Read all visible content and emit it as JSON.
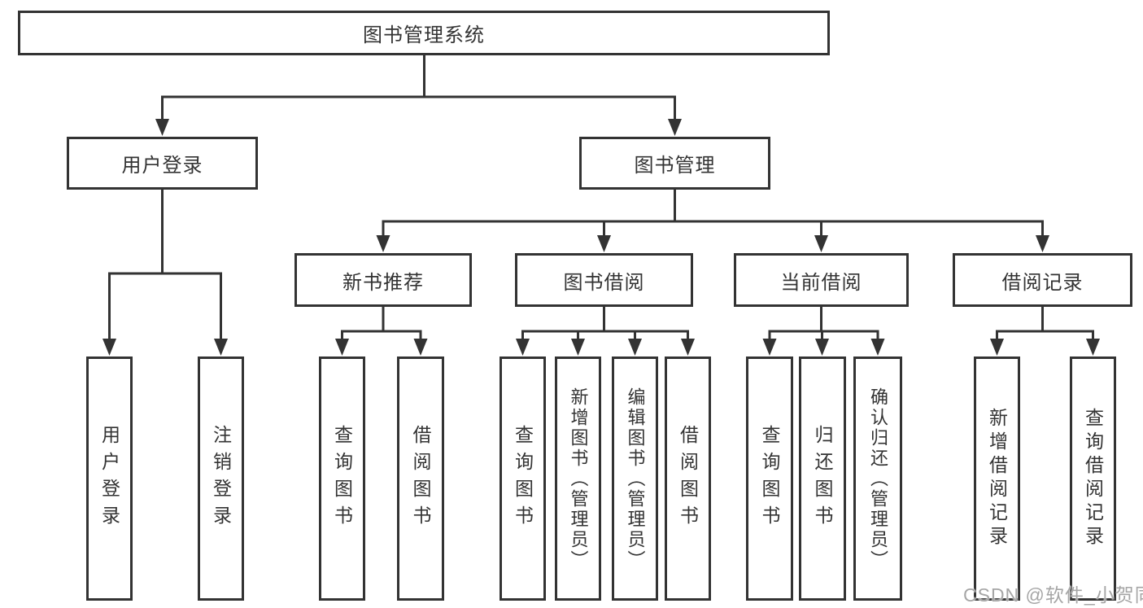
{
  "diagram": {
    "root": {
      "label": "图书管理系统"
    },
    "level2": [
      {
        "label": "用户登录"
      },
      {
        "label": "图书管理"
      }
    ],
    "level3": [
      {
        "label": "新书推荐"
      },
      {
        "label": "图书借阅"
      },
      {
        "label": "当前借阅"
      },
      {
        "label": "借阅记录"
      }
    ],
    "leaves": {
      "user_login": [
        "用户登录",
        "注销登录"
      ],
      "new_book": [
        "查询图书",
        "借阅图书"
      ],
      "book_borrow": [
        "查询图书",
        "新增图书（管理员）",
        "编辑图书（管理员）",
        "借阅图书"
      ],
      "current_borrow": [
        "查询图书",
        "归还图书",
        "确认归还（管理员）"
      ],
      "borrow_record": [
        "新增借阅记录",
        "查询借阅记录"
      ]
    },
    "watermark": "CSDN @软件_小贺同学",
    "colors": {
      "line": "#333333",
      "text": "#333333",
      "background": "#ffffff",
      "watermark": "#a6a6a6"
    }
  }
}
